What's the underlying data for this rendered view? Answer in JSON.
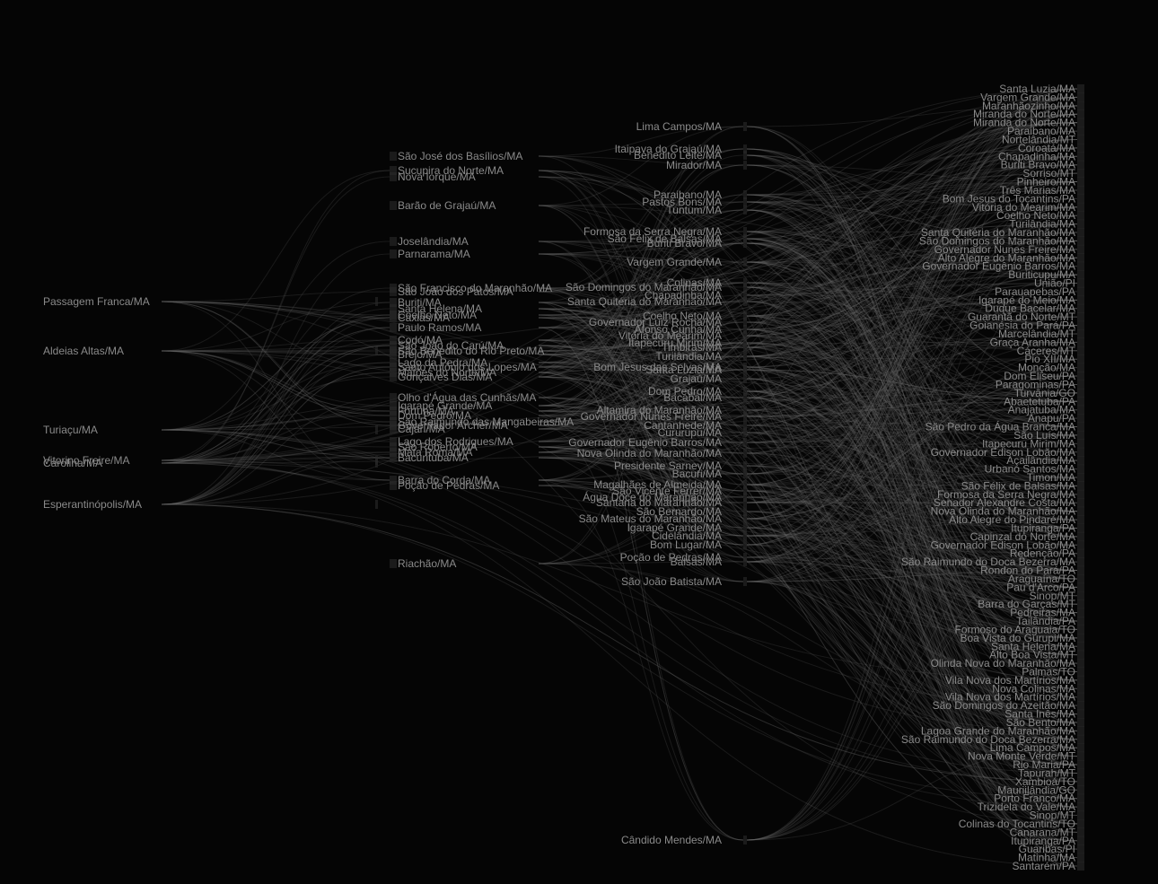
{
  "diagram": {
    "type": "sankey",
    "columns": [
      {
        "nodes": [
          "Passagem Franca/MA",
          "Aldeias Altas/MA",
          "Turiaçu/MA",
          "Vitorino Freire/MA",
          "Carolina/MA",
          "Esperantinópolis/MA"
        ]
      },
      {
        "nodes": [
          "São José dos Basílios/MA",
          "Sucupira do Norte/MA",
          "Nova Iorque/MA",
          "Barão de Grajaú/MA",
          "Joselândia/MA",
          "Parnarama/MA",
          "São Francisco do Maranhão/MA",
          "São João dos Patos/MA",
          "Buriti/MA",
          "Santa Helena/MA",
          "Coelho Neto/MA",
          "Caxias/MA",
          "Paulo Ramos/MA",
          "Codó/MA",
          "São João do Carú/MA",
          "São Benedito do Rio Preto/MA",
          "Brejo/MA",
          "Lago da Pedra/MA",
          "Santo Antônio dos Lopes/MA",
          "Matões do Norte/MA",
          "Gonçalves Dias/MA",
          "Olho d'Água das Cunhãs/MA",
          "Igarapé Grande/MA",
          "Fortuna/MA",
          "Dom Pedro/MA",
          "São Raimundo das Mangabeiras/MA",
          "Governador Archer/MA",
          "Cajari/MA",
          "Lago dos Rodrigues/MA",
          "São Roberto/MA",
          "Mata Roma/MA",
          "Bacurituba/MA",
          "Barra do Corda/MA",
          "Poção de Pedras/MA",
          "Riachão/MA"
        ]
      },
      {
        "nodes": [
          "Lima Campos/MA",
          "Itaipava do Grajaú/MA",
          "Benedito Leite/MA",
          "Mirador/MA",
          "Paraibano/MA",
          "Pastos Bons/MA",
          "Tuntum/MA",
          "Formosa da Serra Negra/MA",
          "São Félix de Balsas/MA",
          "Buriti Bravo/MA",
          "Vargem Grande/MA",
          "Colinas/MA",
          "São Domingos do Maranhão/MA",
          "Chapadinha/MA",
          "Santa Quitéria do Maranhão/MA",
          "Coelho Neto/MA",
          "Governador Luiz Rocha/MA",
          "Afonso Cunha/MA",
          "Vitória do Mearim/MA",
          "Itapecuru Mirim/MA",
          "Timbiras/MA",
          "Turilândia/MA",
          "Bom Jesus das Selvas/MA",
          "Santa Luzia/MA",
          "Grajaú/MA",
          "Dom Pedro/MA",
          "Bacabal/MA",
          "Altamira do Maranhão/MA",
          "Governador Nunes Freire/MA",
          "Cantanhede/MA",
          "Cururupu/MA",
          "Governador Eugênio Barros/MA",
          "Nova Olinda do Maranhão/MA",
          "Presidente Sarney/MA",
          "Bacuri/MA",
          "Magalhães de Almeida/MA",
          "São Vicente Ferrer/MA",
          "Água Doce do Maranhão/MA",
          "Santana do Maranhão/MA",
          "São Bernardo/MA",
          "São Mateus do Maranhão/MA",
          "Igarapé Grande/MA",
          "Cidelândia/MA",
          "Bom Lugar/MA",
          "Poção de Pedras/MA",
          "Balsas/MA",
          "São João Batista/MA",
          "Cândido Mendes/MA"
        ]
      },
      {
        "nodes": [
          "Santa Luzia/MA",
          "Vargem Grande/MA",
          "Maranhãozinho/MA",
          "Miranda do Norte/MA",
          "Miranda do Norte/MA",
          "Paraibano/MA",
          "Nortelândia/MT",
          "Coroatá/MA",
          "Chapadinha/MA",
          "Buriti Bravo/MA",
          "Sorriso/MT",
          "Pinheiro/MA",
          "Três Marias/MA",
          "Bom Jesus do Tocantins/PA",
          "Vitória do Mearim/MA",
          "Coelho Neto/MA",
          "Turilândia/MA",
          "Santa Quitéria do Maranhão/MA",
          "São Domingos do Maranhão/MA",
          "Governador Nunes Freire/MA",
          "Alto Alegre do Maranhão/MA",
          "Governador Eugênio Barros/MA",
          "Buriticupu/MA",
          "União/PI",
          "Parauapebas/PA",
          "Igarapé do Meio/MA",
          "Duque Bacelar/MA",
          "Guarantã do Norte/MT",
          "Goianésia do Pará/PA",
          "Marcelândia/MT",
          "Graça Aranha/MA",
          "Cáceres/MT",
          "Pio XII/MA",
          "Monção/MA",
          "Dom Eliseu/PA",
          "Paragominas/PA",
          "Turvânia/GO",
          "Abaetetuba/PA",
          "Anajatuba/MA",
          "Anapu/PA",
          "São Pedro da Água Branca/MA",
          "São Luís/MA",
          "Itapecuru Mirim/MA",
          "Governador Edison Lobão/MA",
          "Açailândia/MA",
          "Urbano Santos/MA",
          "Timon/MA",
          "São Félix de Balsas/MA",
          "Formosa da Serra Negra/MA",
          "Senador Alexandre Costa/MA",
          "Nova Olinda do Maranhão/MA",
          "Alto Alegre do Pindaré/MA",
          "Itupiranga/PA",
          "Capinzal do Norte/MA",
          "Governador Edison Lobão/MA",
          "Redenção/PA",
          "São Raimundo do Doca Bezerra/MA",
          "Rondon do Pará/PA",
          "Araguaína/TO",
          "Pau d'Arco/PA",
          "Sinop/MT",
          "Barra do Garças/MT",
          "Pedreiras/MA",
          "Tailândia/PA",
          "Formoso do Araguaia/TO",
          "Boa Vista do Gurupi/MA",
          "Santa Helena/MA",
          "Alto Boa Vista/MT",
          "Olinda Nova do Maranhão/MA",
          "Palmas/TO",
          "Vila Nova dos Martírios/MA",
          "Nova Colinas/MA",
          "Vila Nova dos Martírios/MA",
          "São Domingos do Azeitão/MA",
          "Santa Inês/MA",
          "São Bento/MA",
          "Lagoa Grande do Maranhão/MA",
          "São Raimundo do Doca Bezerra/MA",
          "Lima Campos/MA",
          "Nova Monte Verde/MT",
          "Rio Maria/PA",
          "Tapurah/MT",
          "Xambioá/TO",
          "Mauriilândia/GO",
          "Porto Franco/MA",
          "Trizidela do Vale/MA",
          "Sinop/MT",
          "Colinas do Tocantins/TO",
          "Canarana/MT",
          "Itupiranga/PA",
          "Guaribas/PI",
          "Matinha/MA",
          "Santarém/PA"
        ]
      }
    ]
  }
}
